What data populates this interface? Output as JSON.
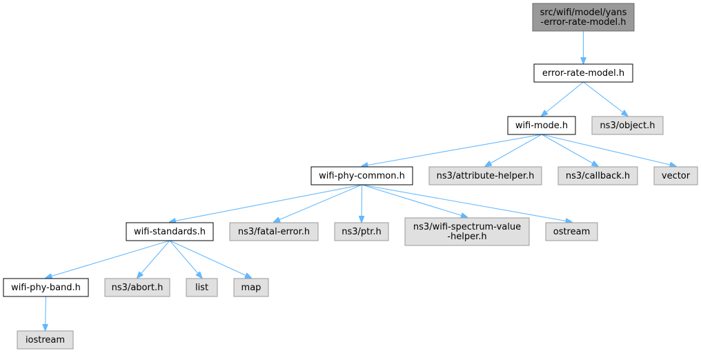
{
  "diagram": {
    "title": "",
    "colors": {
      "root_fill": "#999999",
      "internal_fill": "#ffffff",
      "external_fill": "#e0e0e0",
      "root_border": "#666666",
      "internal_border": "#000000",
      "external_border": "#999999",
      "edge": "#63b8ff",
      "text": "#000000"
    },
    "nodes": [
      {
        "id": "yans",
        "lines": [
          "src/wifi/model/yans",
          "-error-rate-model.h"
        ],
        "kind": "root"
      },
      {
        "id": "error-rate",
        "lines": [
          "error-rate-model.h"
        ],
        "kind": "internal"
      },
      {
        "id": "wifi-mode",
        "lines": [
          "wifi-mode.h"
        ],
        "kind": "internal"
      },
      {
        "id": "ns3-object",
        "lines": [
          "ns3/object.h"
        ],
        "kind": "external"
      },
      {
        "id": "wifi-phy-common",
        "lines": [
          "wifi-phy-common.h"
        ],
        "kind": "internal"
      },
      {
        "id": "ns3-attribute-helper",
        "lines": [
          "ns3/attribute-helper.h"
        ],
        "kind": "external"
      },
      {
        "id": "ns3-callback",
        "lines": [
          "ns3/callback.h"
        ],
        "kind": "external"
      },
      {
        "id": "vector",
        "lines": [
          "vector"
        ],
        "kind": "external"
      },
      {
        "id": "wifi-standards",
        "lines": [
          "wifi-standards.h"
        ],
        "kind": "internal"
      },
      {
        "id": "ns3-fatal-error",
        "lines": [
          "ns3/fatal-error.h"
        ],
        "kind": "external"
      },
      {
        "id": "ns3-ptr",
        "lines": [
          "ns3/ptr.h"
        ],
        "kind": "external"
      },
      {
        "id": "ns3-wifi-spectrum",
        "lines": [
          "ns3/wifi-spectrum-value",
          "-helper.h"
        ],
        "kind": "external"
      },
      {
        "id": "ostream",
        "lines": [
          "ostream"
        ],
        "kind": "external"
      },
      {
        "id": "wifi-phy-band",
        "lines": [
          "wifi-phy-band.h"
        ],
        "kind": "internal"
      },
      {
        "id": "ns3-abort",
        "lines": [
          "ns3/abort.h"
        ],
        "kind": "external"
      },
      {
        "id": "list",
        "lines": [
          "list"
        ],
        "kind": "external"
      },
      {
        "id": "map",
        "lines": [
          "map"
        ],
        "kind": "external"
      },
      {
        "id": "iostream",
        "lines": [
          "iostream"
        ],
        "kind": "external"
      }
    ],
    "edges": [
      {
        "from": "yans",
        "to": "error-rate"
      },
      {
        "from": "error-rate",
        "to": "wifi-mode"
      },
      {
        "from": "error-rate",
        "to": "ns3-object"
      },
      {
        "from": "wifi-mode",
        "to": "wifi-phy-common"
      },
      {
        "from": "wifi-mode",
        "to": "ns3-attribute-helper"
      },
      {
        "from": "wifi-mode",
        "to": "ns3-callback"
      },
      {
        "from": "wifi-mode",
        "to": "vector"
      },
      {
        "from": "wifi-phy-common",
        "to": "wifi-standards"
      },
      {
        "from": "wifi-phy-common",
        "to": "ns3-fatal-error"
      },
      {
        "from": "wifi-phy-common",
        "to": "ns3-ptr"
      },
      {
        "from": "wifi-phy-common",
        "to": "ns3-wifi-spectrum"
      },
      {
        "from": "wifi-phy-common",
        "to": "ostream"
      },
      {
        "from": "wifi-standards",
        "to": "wifi-phy-band"
      },
      {
        "from": "wifi-standards",
        "to": "ns3-abort"
      },
      {
        "from": "wifi-standards",
        "to": "list"
      },
      {
        "from": "wifi-standards",
        "to": "map"
      },
      {
        "from": "wifi-phy-band",
        "to": "iostream"
      }
    ]
  }
}
